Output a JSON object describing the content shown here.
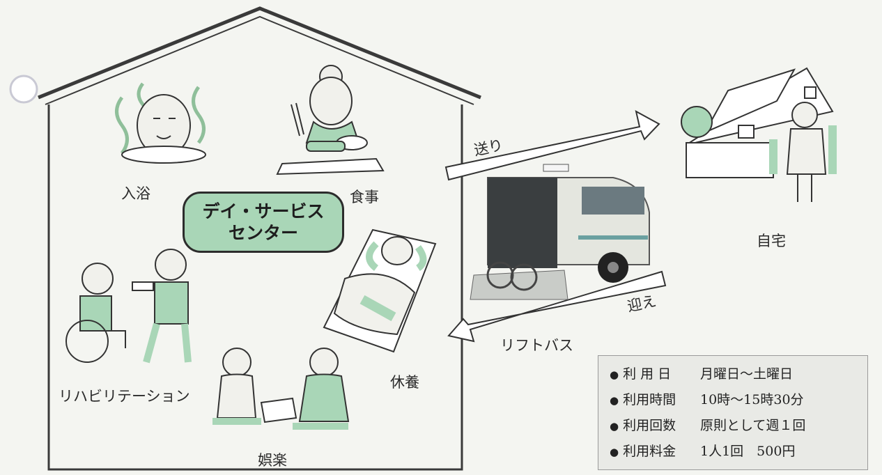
{
  "center_badge": {
    "line1": "デイ・サービス",
    "line2": "センター"
  },
  "activities": {
    "bathing": "入浴",
    "meal": "食事",
    "rest": "休養",
    "rehab": "リハビリテーション",
    "recreation": "娯楽"
  },
  "transport": {
    "send": "送り",
    "pickup": "迎え",
    "bus": "リフトバス",
    "home": "自宅"
  },
  "info_box": {
    "rows": [
      {
        "key": "利 用 日",
        "value": "月曜日～土曜日"
      },
      {
        "key": "利用時間",
        "value": "10時～15時30分"
      },
      {
        "key": "利用回数",
        "value": "原則として週１回"
      },
      {
        "key": "利用料金",
        "value": "1人1回　500円"
      }
    ]
  },
  "colors": {
    "accent_green": "#a9d6b7",
    "outline": "#2c2c2c",
    "paper": "#f4f5f1"
  }
}
